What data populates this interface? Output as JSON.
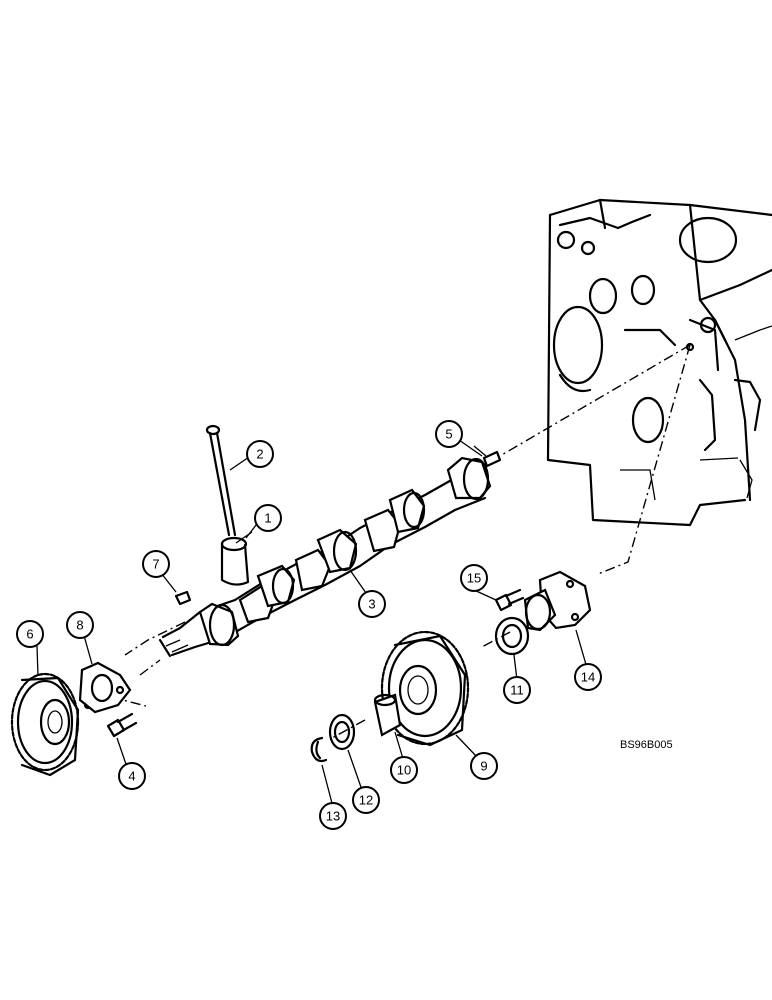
{
  "callouts": {
    "c1": "1",
    "c2": "2",
    "c3": "3",
    "c4": "4",
    "c5": "5",
    "c6": "6",
    "c7": "7",
    "c8": "8",
    "c9": "9",
    "c10": "10",
    "c11": "11",
    "c12": "12",
    "c13": "13",
    "c14": "14",
    "c15": "15"
  },
  "figure_code": "BS96B005"
}
